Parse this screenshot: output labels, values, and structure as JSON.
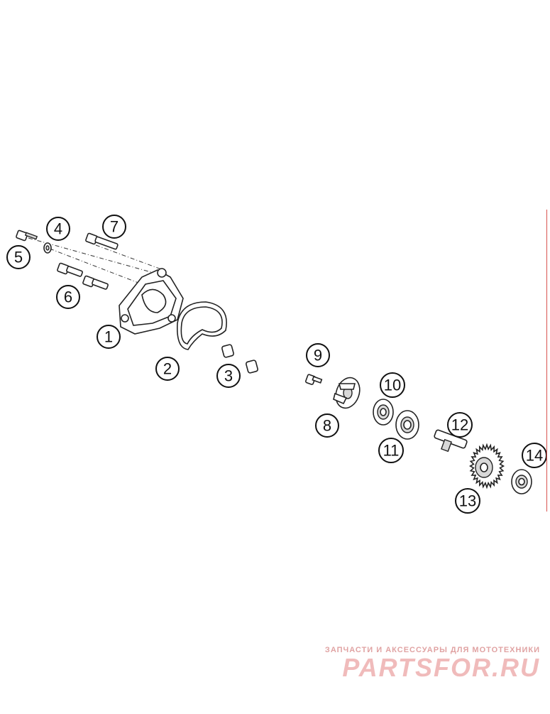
{
  "diagram": {
    "callouts": [
      "1",
      "2",
      "3",
      "4",
      "5",
      "6",
      "7",
      "8",
      "9",
      "10",
      "11",
      "12",
      "13",
      "14"
    ]
  },
  "watermark": {
    "tagline": "ЗАПЧАСТИ И АКСЕССУАРЫ ДЛЯ МОТОТЕХНИКИ",
    "brand": "PARTSFOR.RU"
  },
  "colors": {
    "accent_red": "#d9534f",
    "watermark_red": "#e06a6a"
  }
}
